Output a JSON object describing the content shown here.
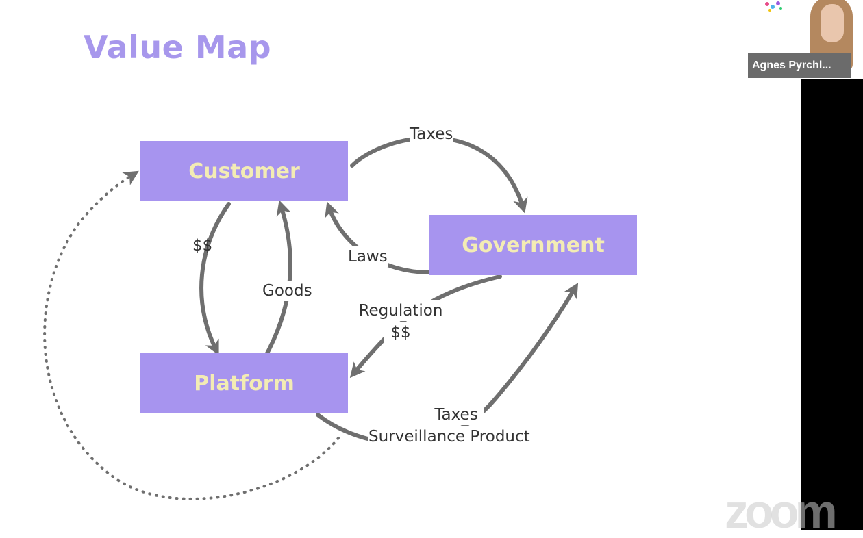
{
  "slide": {
    "title": "Value Map",
    "boxes": {
      "customer": "Customer",
      "government": "Government",
      "platform": "Platform"
    },
    "labels": {
      "taxes_top": "Taxes",
      "money_left": "$$",
      "goods": "Goods",
      "laws": "Laws",
      "regulation": "Regulation",
      "regulation_money": "$$",
      "taxes_bottom": "Taxes",
      "surveillance": "Surveillance Product"
    },
    "colors": {
      "box_fill": "#a794ef",
      "box_text": "#f3ecb4",
      "title": "#a797ec",
      "arrow": "#6f6f6f"
    }
  },
  "video": {
    "participant_name": "Agnes Pyrchl..."
  },
  "watermark": "zoom"
}
